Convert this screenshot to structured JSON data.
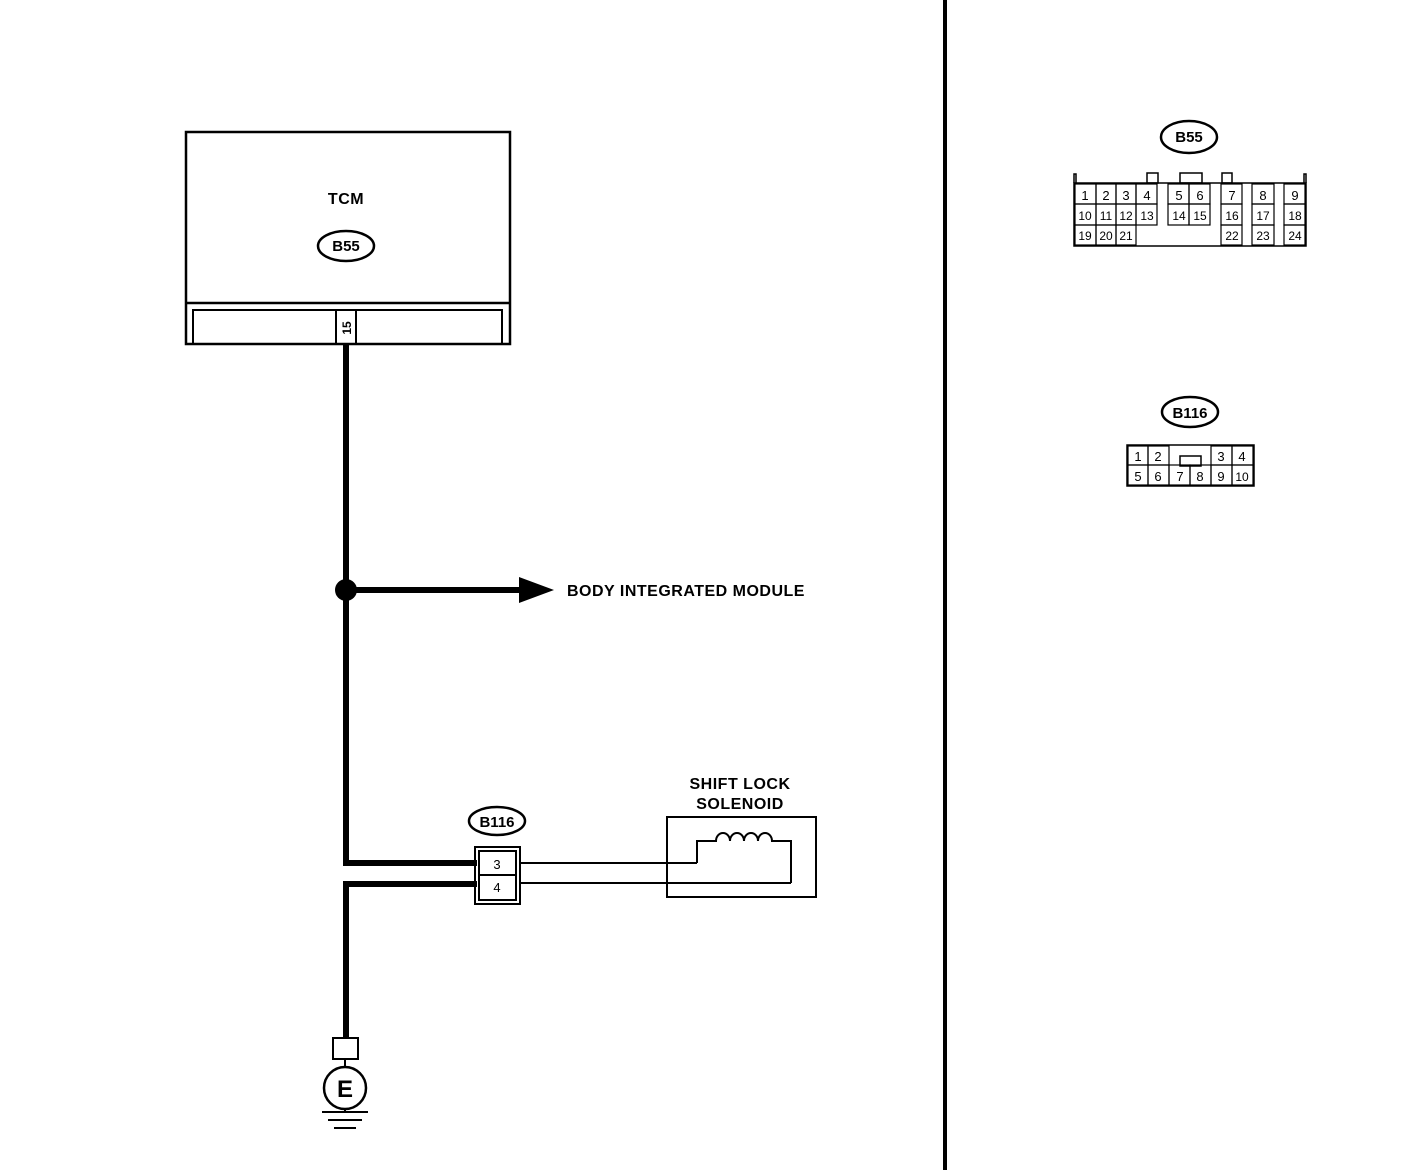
{
  "tcm": {
    "title": "TCM",
    "connector_tag": "B55",
    "pin_label": "15"
  },
  "body_module": {
    "label": "BODY INTEGRATED MODULE"
  },
  "connector_b116": {
    "tag": "B116",
    "pins": [
      "3",
      "4"
    ]
  },
  "solenoid": {
    "label_line1": "SHIFT LOCK",
    "label_line2": "SOLENOID"
  },
  "ground": {
    "label": "E"
  },
  "connector_view_b55": {
    "tag": "B55",
    "row1": [
      "1",
      "2",
      "3",
      "4",
      "5",
      "6",
      "7",
      "8",
      "9"
    ],
    "row2": [
      "10",
      "11",
      "12",
      "13",
      "14",
      "15",
      "16",
      "17",
      "18"
    ],
    "row3": [
      "19",
      "20",
      "21",
      "22",
      "23",
      "24"
    ]
  },
  "connector_view_b116": {
    "tag": "B116",
    "row1": [
      "1",
      "2",
      "3",
      "4"
    ],
    "row2": [
      "5",
      "6",
      "7",
      "8",
      "9",
      "10"
    ]
  },
  "colors": {
    "line": "#000000",
    "background": "#ffffff"
  }
}
